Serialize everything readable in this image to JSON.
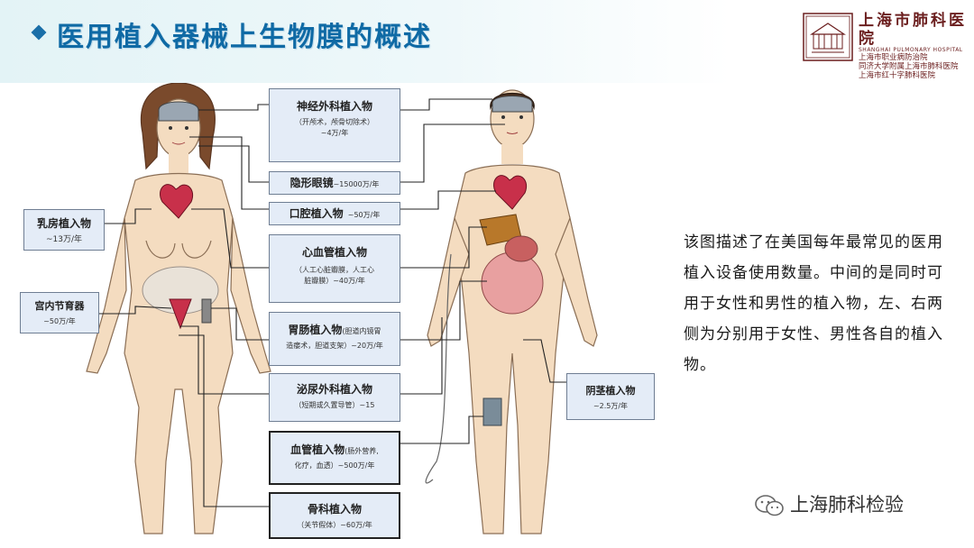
{
  "slide": {
    "title": "医用植入器械上生物膜的概述"
  },
  "logo": {
    "name": "上海市肺科医院",
    "english": "SHANGHAI PULMONARY HOSPITAL",
    "lines": [
      "上海市职业病防治院",
      "同济大学附属上海市肺科医院",
      "上海市红十字肺科医院"
    ]
  },
  "callouts": {
    "neuro": {
      "title": "神经外科植入物",
      "sub": "（开颅术，颅骨切除术）",
      "count": "~4万/年"
    },
    "lens": {
      "title": "隐形眼镜",
      "count": "~15000万/年"
    },
    "oral": {
      "title": "口腔植入物",
      "count": "~50万/年"
    },
    "cardio": {
      "title": "心血管植入物",
      "sub1": "（人工心脏瓣膜，人工心",
      "sub2": "脏瓣膜）~40万/年"
    },
    "gi": {
      "title": "胃肠植入物",
      "sub_inline": "(胆道内镜胃",
      "sub2": "造瘘术，胆道支架）~20万/年"
    },
    "uro": {
      "title": "泌尿外科植入物",
      "sub": "（短期或久置导管）~15"
    },
    "vascular": {
      "title": "血管植入物",
      "sub_inline": "(肠外营养,",
      "sub2": "化疗，血透）~500万/年"
    },
    "ortho": {
      "title": "骨科植入物",
      "sub": "（关节假体）~60万/年"
    },
    "breast": {
      "title": "乳房植入物",
      "count": "~13万/年"
    },
    "uterine": {
      "title": "宫内节育器",
      "count": "~50万/年"
    },
    "penile": {
      "title": "阴茎植入物",
      "count": "~2.5万/年"
    }
  },
  "description": "该图描述了在美国每年最常见的医用植入设备使用数量。中间的是同时可用于女性和男性的植入物，左、右两侧为分别用于女性、男性各自的植入物。",
  "watermark": "上海肺科检验",
  "colors": {
    "title": "#0f6aa5",
    "box_fill": "#e4ecf7",
    "skin": "#f4dcc0",
    "logo": "#6b1e1e"
  }
}
